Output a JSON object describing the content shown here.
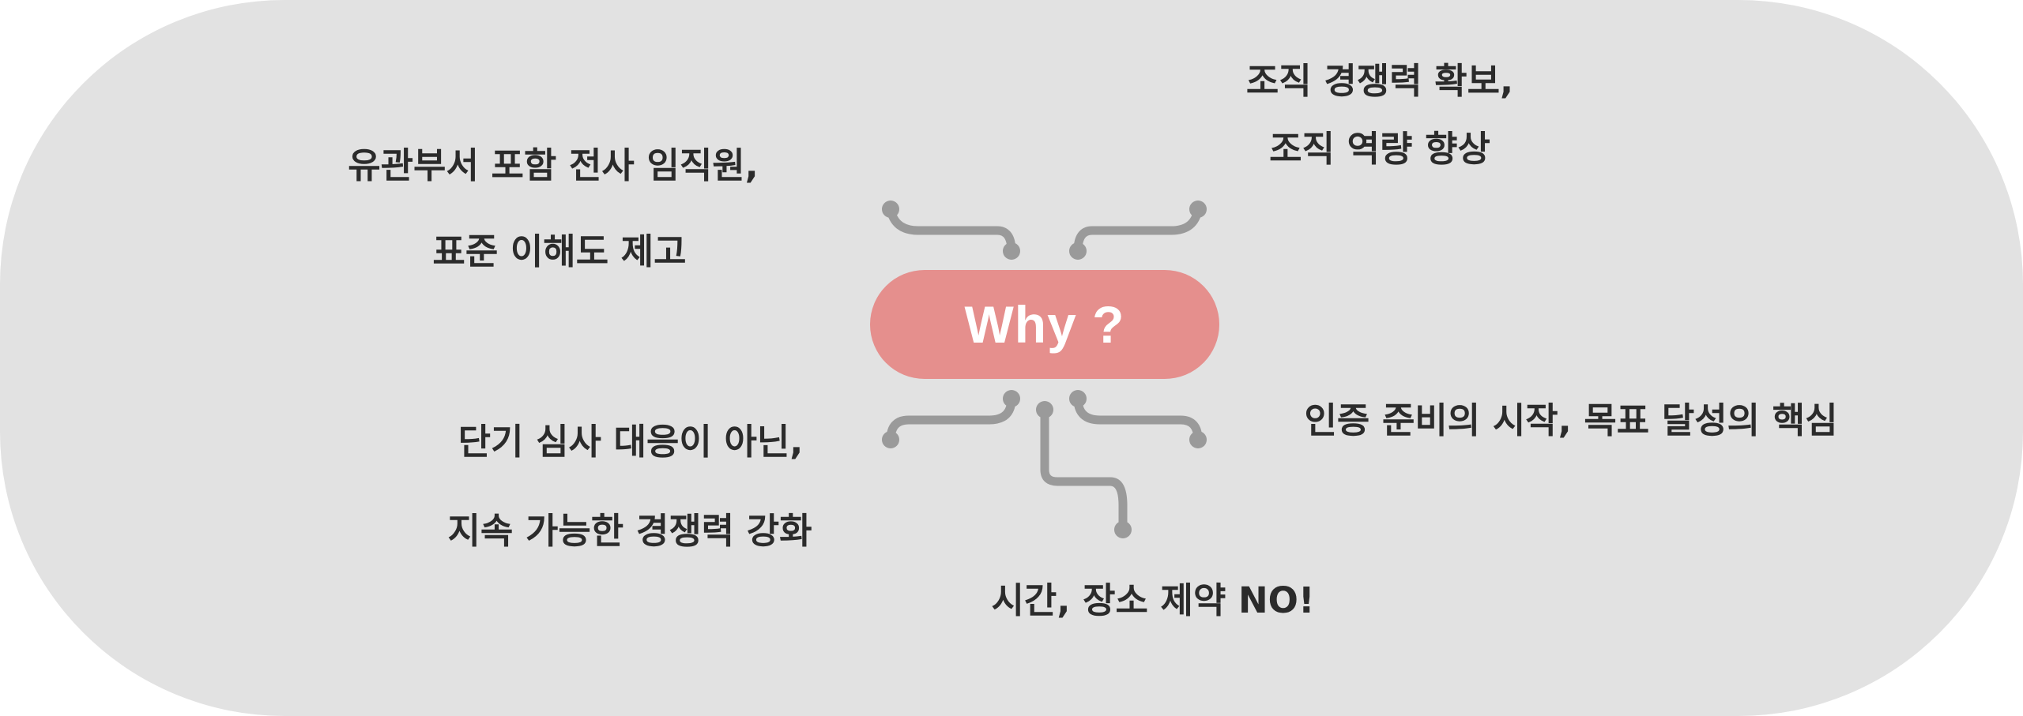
{
  "center": {
    "label": "Why ?"
  },
  "reasons": {
    "top_left": {
      "line1": "유관부서 포함 전사 임직원,",
      "line2": "표준 이해도 제고"
    },
    "top_right": {
      "line1": "조직 경쟁력 확보,",
      "line2": "조직 역량 향상"
    },
    "bottom_left": {
      "line1": "단기 심사 대응이 아닌,",
      "line2": "지속 가능한 경쟁력 강화"
    },
    "right": {
      "line1": "인증 준비의 시작,  목표 달성의 핵심"
    },
    "bottom": {
      "line1": "시간, 장소 제약 NO!"
    }
  },
  "colors": {
    "background_panel": "#e2e2e2",
    "center_pill": "#e58f8d",
    "connector": "#9a9a9a",
    "text": "#2b2b2b"
  }
}
